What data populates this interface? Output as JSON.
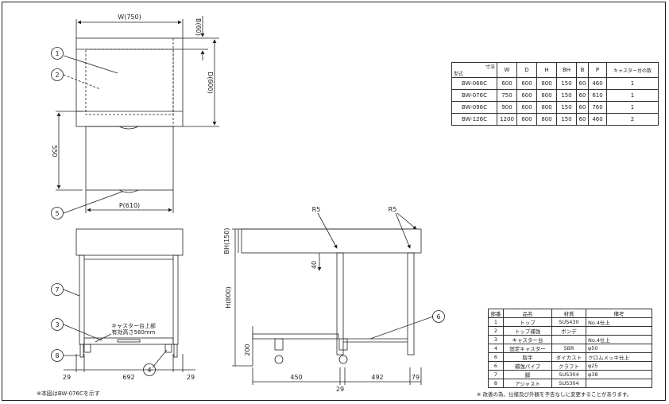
{
  "top_view": {
    "width_label": "W(750)",
    "depth_label": "D(600)",
    "backsplash_label": "B(60)",
    "shelf_height_label": "550",
    "pitch_label": "P(610)"
  },
  "front_view": {
    "caster_note_line1": "キャスター台上部",
    "caster_note_line2": "有効高さ560mm",
    "dim_left": "29",
    "dim_mid": "692",
    "dim_right": "29"
  },
  "side_view": {
    "r5_left": "R5",
    "r5_right": "R5",
    "bh_label": "BH(150)",
    "h_label": "H(800)",
    "dim_40": "40",
    "dim_200": "200",
    "dim_450": "450",
    "dim_492": "492",
    "dim_79": "79",
    "dim_29": "29"
  },
  "balloons": [
    "1",
    "2",
    "5",
    "7",
    "3",
    "8",
    "4",
    "6"
  ],
  "spec_table": {
    "header_diag_top": "寸法",
    "header_diag_bottom": "型式",
    "columns": [
      "W",
      "D",
      "H",
      "BH",
      "B",
      "P",
      "キャスター台の数"
    ],
    "rows": [
      {
        "model": "BW-066C",
        "values": [
          "600",
          "600",
          "800",
          "150",
          "60",
          "460",
          "1"
        ]
      },
      {
        "model": "BW-076C",
        "values": [
          "750",
          "600",
          "800",
          "150",
          "60",
          "610",
          "1"
        ]
      },
      {
        "model": "BW-096C",
        "values": [
          "900",
          "600",
          "800",
          "150",
          "60",
          "760",
          "1"
        ]
      },
      {
        "model": "BW-126C",
        "values": [
          "1200",
          "600",
          "800",
          "150",
          "60",
          "460",
          "2"
        ]
      }
    ]
  },
  "parts_table": {
    "headers": [
      "部番",
      "品名",
      "材質",
      "備考"
    ],
    "rows": [
      [
        "1",
        "トップ",
        "SUS430",
        "No.4仕上"
      ],
      [
        "2",
        "トップ補強",
        "ボンデ",
        ""
      ],
      [
        "3",
        "キャスター台",
        "",
        "No.4仕上"
      ],
      [
        "4",
        "固定キャスター",
        "SBR",
        "φ50"
      ],
      [
        "6",
        "取手",
        "ダイカスト",
        "クロムメッキ仕上"
      ],
      [
        "6",
        "補強パイプ",
        "クラフト",
        "φ25"
      ],
      [
        "7",
        "脚",
        "SUS304",
        "φ38"
      ],
      [
        "8",
        "アジャスト",
        "SUS304",
        ""
      ]
    ]
  },
  "notes": {
    "left": "※本図はBW-076Cを示す",
    "right": "※ 改善の為、仕様及び外観を予告なしに変更することがあります。"
  }
}
